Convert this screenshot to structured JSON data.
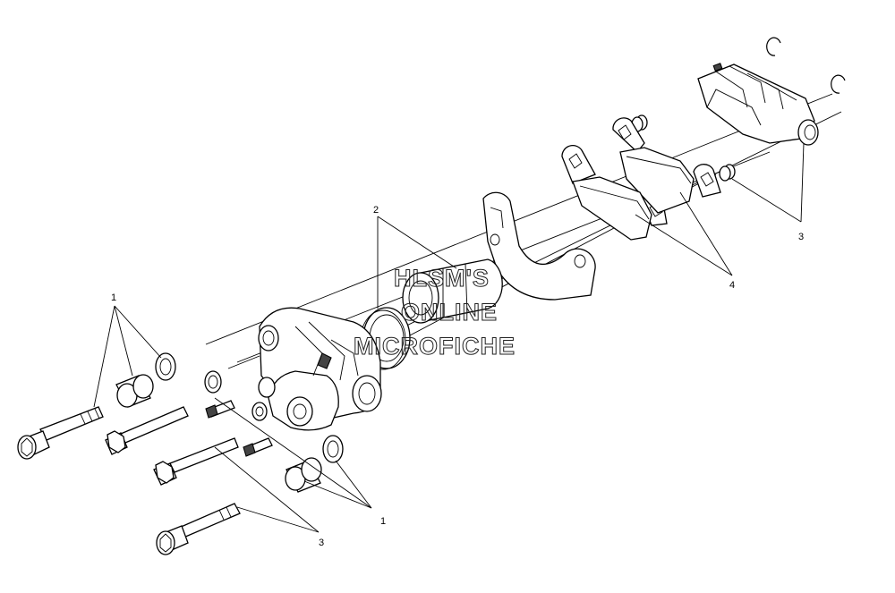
{
  "diagram": {
    "callouts": {
      "c1_left": "1",
      "c2": "2",
      "c3_right": "3",
      "c4": "4",
      "c1_bottom": "1",
      "c3_bottom": "3"
    }
  },
  "watermark": {
    "line1": "HLSM'S",
    "line2": "ONLINE",
    "line3": "MICROFICHE"
  }
}
